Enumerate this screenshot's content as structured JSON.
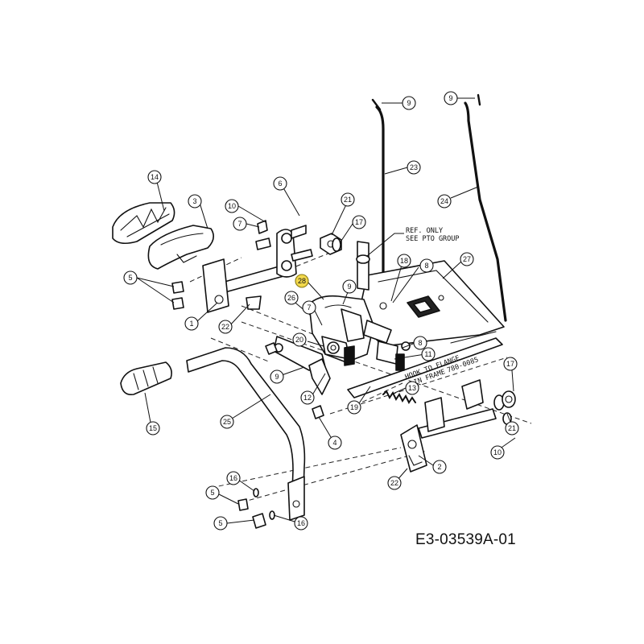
{
  "drawing_number": "E3-03539A-01",
  "notes": {
    "ref_only_line1": "REF. ONLY",
    "ref_only_line2": "SEE PTO GROUP",
    "hook_line1": "HOOK TO FLANGE",
    "hook_line2": "IN FRAME"
  },
  "callouts": [
    {
      "id": "c9a",
      "label": "9"
    },
    {
      "id": "c9b",
      "label": "9"
    },
    {
      "id": "c23",
      "label": "23"
    },
    {
      "id": "c24",
      "label": "24"
    },
    {
      "id": "c14",
      "label": "14"
    },
    {
      "id": "c3",
      "label": "3"
    },
    {
      "id": "c6",
      "label": "6"
    },
    {
      "id": "c10a",
      "label": "10"
    },
    {
      "id": "c7a",
      "label": "7"
    },
    {
      "id": "c21a",
      "label": "21"
    },
    {
      "id": "c17a",
      "label": "17"
    },
    {
      "id": "c18a",
      "label": "18"
    },
    {
      "id": "c8a",
      "label": "8"
    },
    {
      "id": "c27",
      "label": "27"
    },
    {
      "id": "c5a",
      "label": "5"
    },
    {
      "id": "c28",
      "label": "28"
    },
    {
      "id": "c9c",
      "label": "9"
    },
    {
      "id": "c26",
      "label": "26"
    },
    {
      "id": "c7b",
      "label": "7"
    },
    {
      "id": "c1",
      "label": "1"
    },
    {
      "id": "c22a",
      "label": "22"
    },
    {
      "id": "c20",
      "label": "20"
    },
    {
      "id": "c8b",
      "label": "8"
    },
    {
      "id": "c11",
      "label": "11"
    },
    {
      "id": "c9d",
      "label": "9"
    },
    {
      "id": "c12",
      "label": "12"
    },
    {
      "id": "c13",
      "label": "13"
    },
    {
      "id": "c19",
      "label": "19"
    },
    {
      "id": "c17b",
      "label": "17"
    },
    {
      "id": "c21b",
      "label": "21"
    },
    {
      "id": "c15",
      "label": "15"
    },
    {
      "id": "c25",
      "label": "25"
    },
    {
      "id": "c4",
      "label": "4"
    },
    {
      "id": "c10b",
      "label": "10"
    },
    {
      "id": "c2",
      "label": "2"
    },
    {
      "id": "c22b",
      "label": "22"
    },
    {
      "id": "c16a",
      "label": "16"
    },
    {
      "id": "c5b",
      "label": "5"
    },
    {
      "id": "c5c",
      "label": "5"
    },
    {
      "id": "c16b",
      "label": "16"
    }
  ]
}
